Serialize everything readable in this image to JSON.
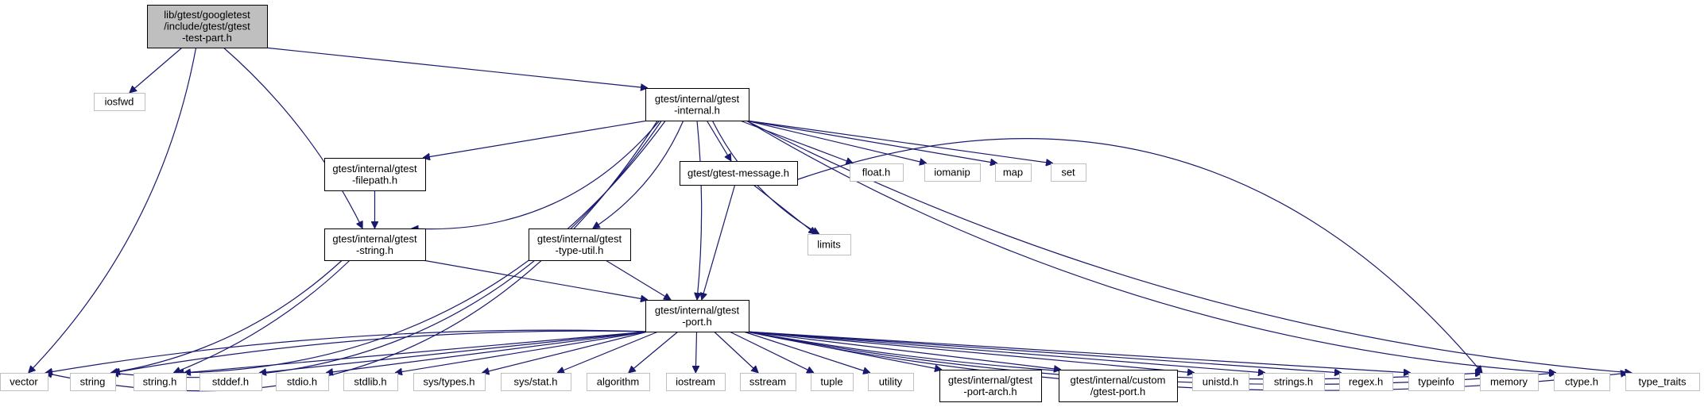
{
  "diagram": {
    "root": "lib/gtest/googletest/include/gtest/gtest-test-part.h",
    "colors": {
      "root_fill": "#bfbfbf",
      "edge": "#191970",
      "internal_border": "#000000",
      "external_border": "#bfbfbf",
      "background": "#ffffff"
    },
    "nodes": {
      "root": [
        "lib/gtest/googletest",
        "/include/gtest/gtest",
        "-test-part.h"
      ],
      "iosfwd": [
        "iosfwd"
      ],
      "gtest_internal": [
        "gtest/internal/gtest",
        "-internal.h"
      ],
      "vector": [
        "vector"
      ],
      "gtest_string": [
        "gtest/internal/gtest",
        "-string.h"
      ],
      "string": [
        "string"
      ],
      "string_h": [
        "string.h"
      ],
      "stddef_h": [
        "stddef.h"
      ],
      "stdio_h": [
        "stdio.h"
      ],
      "stdlib_h": [
        "stdlib.h"
      ],
      "sys_types_h": [
        "sys/types.h"
      ],
      "sys_stat_h": [
        "sys/stat.h"
      ],
      "algorithm": [
        "algorithm"
      ],
      "iostream": [
        "iostream"
      ],
      "sstream": [
        "sstream"
      ],
      "tuple": [
        "tuple"
      ],
      "utility": [
        "utility"
      ],
      "gtest_port_arch": [
        "gtest/internal/gtest",
        "-port-arch.h"
      ],
      "custom_port": [
        "gtest/internal/custom",
        "/gtest-port.h"
      ],
      "unistd_h": [
        "unistd.h"
      ],
      "strings_h": [
        "strings.h"
      ],
      "regex_h": [
        "regex.h"
      ],
      "typeinfo": [
        "typeinfo"
      ],
      "memory": [
        "memory"
      ],
      "ctype_h": [
        "ctype.h"
      ],
      "type_traits": [
        "type_traits"
      ],
      "gtest_port": [
        "gtest/internal/gtest",
        "-port.h"
      ],
      "gtest_filepath": [
        "gtest/internal/gtest",
        "-filepath.h"
      ],
      "gtest_type_util": [
        "gtest/internal/gtest",
        "-type-util.h"
      ],
      "gtest_message": [
        "gtest/gtest-message.h"
      ],
      "float_h": [
        "float.h"
      ],
      "iomanip": [
        "iomanip"
      ],
      "map": [
        "map"
      ],
      "set": [
        "set"
      ],
      "limits": [
        "limits"
      ]
    },
    "edges": [
      [
        "root",
        "iosfwd"
      ],
      [
        "root",
        "gtest_internal"
      ],
      [
        "root",
        "vector"
      ],
      [
        "root",
        "gtest_string"
      ],
      [
        "gtest_internal",
        "gtest_filepath"
      ],
      [
        "gtest_internal",
        "gtest_string"
      ],
      [
        "gtest_internal",
        "gtest_type_util"
      ],
      [
        "gtest_internal",
        "gtest_message"
      ],
      [
        "gtest_internal",
        "gtest_port"
      ],
      [
        "gtest_internal",
        "float_h"
      ],
      [
        "gtest_internal",
        "iomanip"
      ],
      [
        "gtest_internal",
        "map"
      ],
      [
        "gtest_internal",
        "set"
      ],
      [
        "gtest_internal",
        "limits"
      ],
      [
        "gtest_internal",
        "vector"
      ],
      [
        "gtest_internal",
        "string"
      ],
      [
        "gtest_internal",
        "string_h"
      ],
      [
        "gtest_internal",
        "ctype_h"
      ],
      [
        "gtest_internal",
        "type_traits"
      ],
      [
        "gtest_filepath",
        "gtest_string"
      ],
      [
        "gtest_string",
        "gtest_port"
      ],
      [
        "gtest_string",
        "string"
      ],
      [
        "gtest_string",
        "string_h"
      ],
      [
        "gtest_type_util",
        "gtest_port"
      ],
      [
        "gtest_message",
        "gtest_port"
      ],
      [
        "gtest_message",
        "limits"
      ],
      [
        "gtest_message",
        "memory"
      ],
      [
        "gtest_port",
        "vector"
      ],
      [
        "gtest_port",
        "string"
      ],
      [
        "gtest_port",
        "string_h"
      ],
      [
        "gtest_port",
        "stddef_h"
      ],
      [
        "gtest_port",
        "stdio_h"
      ],
      [
        "gtest_port",
        "stdlib_h"
      ],
      [
        "gtest_port",
        "sys_types_h"
      ],
      [
        "gtest_port",
        "sys_stat_h"
      ],
      [
        "gtest_port",
        "algorithm"
      ],
      [
        "gtest_port",
        "iostream"
      ],
      [
        "gtest_port",
        "sstream"
      ],
      [
        "gtest_port",
        "tuple"
      ],
      [
        "gtest_port",
        "utility"
      ],
      [
        "gtest_port",
        "gtest_port_arch"
      ],
      [
        "gtest_port",
        "custom_port"
      ],
      [
        "gtest_port",
        "unistd_h"
      ],
      [
        "gtest_port",
        "strings_h"
      ],
      [
        "gtest_port",
        "regex_h"
      ],
      [
        "gtest_port",
        "typeinfo"
      ],
      [
        "gtest_port",
        "memory"
      ],
      [
        "gtest_port",
        "ctype_h"
      ],
      [
        "gtest_port",
        "type_traits"
      ]
    ]
  }
}
